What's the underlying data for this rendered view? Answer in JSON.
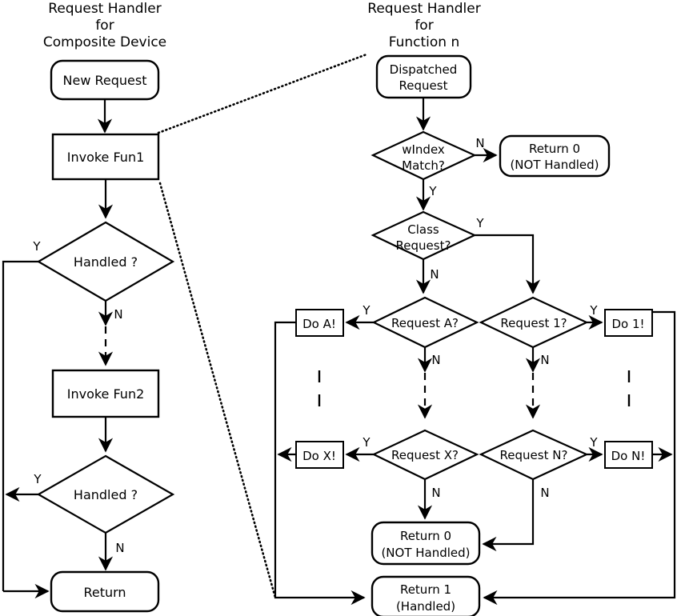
{
  "diagram": {
    "title_left": "Request Handler for Composite Device",
    "title_right": "Request Handler for Function n",
    "left_column": {
      "title_line1": "Request Handler",
      "title_line2": "for",
      "title_line3": "Composite Device",
      "nodes": {
        "new_request": "New Request",
        "invoke_fun1": "Invoke Fun1",
        "handled_1": "Handled ?",
        "invoke_fun2": "Invoke Fun2",
        "handled_2": "Handled ?",
        "return": "Return"
      },
      "labels": {
        "handled1_yes": "Y",
        "handled1_no": "N",
        "handled2_yes": "Y",
        "handled2_no": "N"
      }
    },
    "right_column": {
      "title_line1": "Request Handler",
      "title_line2": "for",
      "title_line3": "Function n",
      "nodes": {
        "dispatched_request_l1": "Dispatched",
        "dispatched_request_l2": "Request",
        "windex_match_l1": "wIndex",
        "windex_match_l2": "Match?",
        "return0_top_l1": "Return 0",
        "return0_top_l2": "(NOT Handled)",
        "class_request_l1": "Class",
        "class_request_l2": "Request?",
        "request_a": "Request A?",
        "request_1": "Request 1?",
        "request_x": "Request X?",
        "request_n": "Request N?",
        "do_a": "Do A!",
        "do_1": "Do 1!",
        "do_x": "Do X!",
        "do_n": "Do N!",
        "return0_bottom_l1": "Return 0",
        "return0_bottom_l2": "(NOT Handled)",
        "return1_l1": "Return 1",
        "return1_l2": "(Handled)"
      },
      "labels": {
        "windex_no": "N",
        "windex_yes": "Y",
        "class_yes": "Y",
        "class_no": "N",
        "request_a_yes": "Y",
        "request_a_no": "N",
        "request_1_yes": "Y",
        "request_1_no": "N",
        "request_x_yes": "Y",
        "request_x_no": "N",
        "request_n_yes": "Y",
        "request_n_no": "N"
      }
    },
    "colors": {
      "stroke": "#000000",
      "fill": "#ffffff"
    }
  }
}
